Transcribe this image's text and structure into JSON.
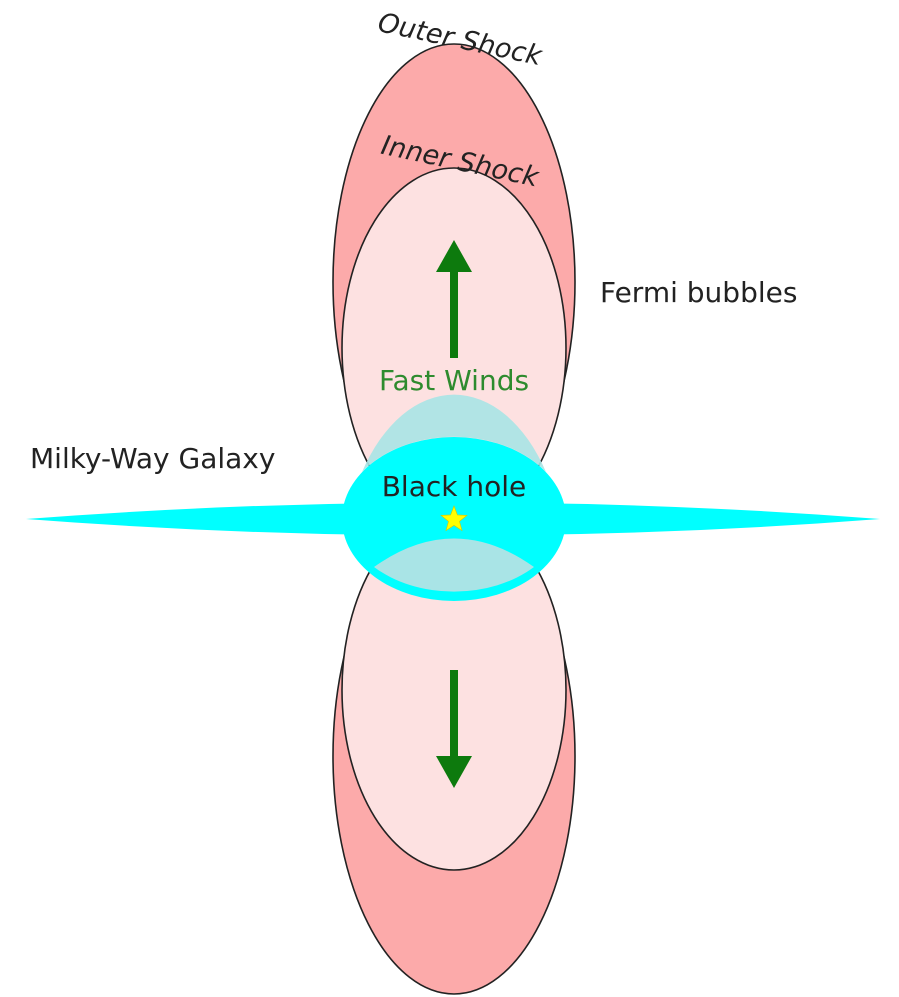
{
  "labels": {
    "outer_shock": "Outer Shock",
    "inner_shock": "Inner Shock",
    "fermi_bubbles": "Fermi bubbles",
    "fast_winds": "Fast Winds",
    "milky_way": "Milky-Way Galaxy",
    "black_hole": "Black hole"
  },
  "colors": {
    "outer_shock_fill": "#fcaaaa",
    "inner_shock_fill": "#fde1e1",
    "galaxy_fill": "#00ffff",
    "bulge_overlap_fill": "#a9e4e6",
    "arrow": "#0d7a0d",
    "fast_winds_text": "#2e8b2e",
    "black_hole_star": "#ffff00",
    "outline": "#222222",
    "text": "#222222"
  },
  "icons": {
    "black_hole_marker": "star-icon",
    "wind_direction": "arrow-icon"
  }
}
